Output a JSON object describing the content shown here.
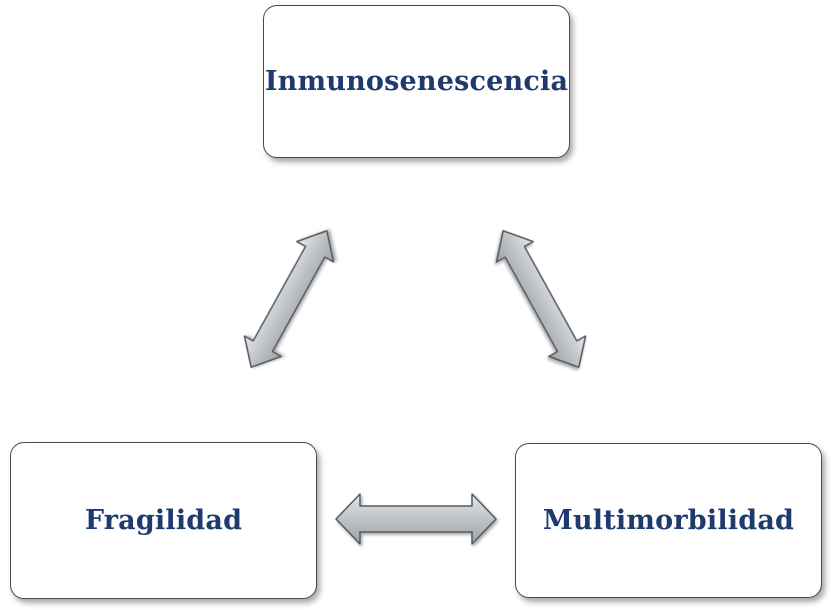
{
  "nodes": {
    "top": {
      "label": "Inmunosenescencia"
    },
    "left": {
      "label": "Fragilidad"
    },
    "right": {
      "label": "Multimorbilidad"
    }
  },
  "colors": {
    "text": "#1f3b6e",
    "box_border": "#4a4a4a",
    "arrow_fill": "#bfc3c8",
    "arrow_stroke": "#555a60"
  },
  "connections": [
    {
      "from": "top",
      "to": "left",
      "type": "bidirectional-arrow"
    },
    {
      "from": "top",
      "to": "right",
      "type": "bidirectional-arrow"
    },
    {
      "from": "left",
      "to": "right",
      "type": "bidirectional-arrow"
    }
  ]
}
